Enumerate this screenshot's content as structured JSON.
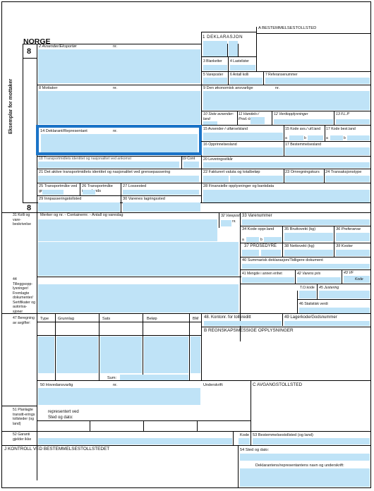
{
  "header": {
    "country": "NORGE",
    "copy_number": "8",
    "copy_number_bottom": "8",
    "office_label": "A BESTEMMELSESTOLLSTED",
    "declaration_label": "1 DEKLARASJON",
    "side_label": "Eksemplar for mottaker"
  },
  "boxes": {
    "b2": "2 Avsender/Eksportør",
    "nr": "nr.",
    "b3": "3 Blanketter",
    "b4": "4 Lastelister",
    "b5": "5 Vareposter",
    "b6": "6 Antall kolli",
    "b7": "7 Referansenummer",
    "b8": "8 Mottaker",
    "b9": "9 Den økonomisk ansvarlige",
    "b10": "10 Siste avsender-land",
    "b11": "11 Handels-/ Prod.-land",
    "b12": "12 Verdiopplysninger",
    "b13": "13 F.L.P",
    "b14": "14 Deklarant/Representant",
    "b15": "15 Avsender-/ utførselsland",
    "b15a": "15 Kode avs./ utf.land",
    "b17a": "17 Kode best.land",
    "b16": "16 Opprinnelsesland",
    "b17": "17 Bestemmelsesland",
    "b18": "18 Transportmidlets identitet og nasjonalitet ved ankomst",
    "b19": "19 Cont",
    "b20": "20 Leveringsvilkår",
    "b21": "21 Det aktive transportmidlets identitet og nasjonalitet ved grensepassering",
    "b22": "22 Fakturert valuta og totalbeløp",
    "b23": "23 Omregningskurs",
    "b24": "24 Transaksjonstype",
    "b25": "25 Transportmåte ved grensen",
    "b26": "26 Transportmåte innenlands",
    "b27": "27 Lossested",
    "b28": "28 Finansielle opplysninger og bankdata",
    "b29": "29 Innpasseringstollsted",
    "b30": "30 Varenes lagringssted",
    "b31": "31 Kolli og vare-beskrivelse",
    "b31_sub": "Merker og nr. - Containernr. - Antall og vareslag",
    "b32": "32 Varepost",
    "b33": "33 Varenummer",
    "b34": "34 Kode oppr.land",
    "b35": "35 Bruttovekt (kg)",
    "b36": "36 Preferanse",
    "b37": "37 PROSEDYRE",
    "b38": "38 Nettovekt (kg)",
    "b39": "39 Kvoter",
    "b40": "40 Summarisk deklarasjon/Tidligere dokument",
    "b41": "41 Mengde i annen enhet",
    "b42": "42 Varens pris",
    "b43": "43 VF",
    "b43_kode": "Kode",
    "b44": "44 Tilleggsopp-lysninger/ Fremlagte dokumenter/ Sertifikater og autorisa-sjoner",
    "b44_to": "T.O.kode",
    "b45": "45 Justering",
    "b46": "46 Statistisk verdi",
    "b47": "47 Beregning av avgifter:",
    "b47_type": "Type",
    "b47_grunnlag": "Grunnlag",
    "b47_sats": "Sats",
    "b47_belop": "Beløp",
    "b47_bm": "BM",
    "b47_sum": "Sum:",
    "b48": "48. Kontonr. for tollkreditt",
    "b49": "49 Lagerkode/Godsnummer",
    "bB": "B REGNSKAPSMESSIGE OPPLYSNINGER",
    "b50": "50 Hovedansvarlig",
    "b50_sign": "Underskrift:",
    "b50_rep": "representert ved",
    "b50_place": "Sted og dato:",
    "bC": "C AVGANGSTOLLSTED",
    "b51": "51 Planlagte transitt-erings tollsteder (og land)",
    "b52": "52 Garanti gjelder ikke",
    "b52_kode": "Kode",
    "b53": "53 Bestemmelsestollsted (og land)",
    "bJ": "J  KONTROLL VED BESTEMMELSESTOLLSTEDET",
    "b54": "54 Sted og dato:",
    "b54_sign": "Deklarantens/representantens navn og underskrift:",
    "a": "a",
    "b": "b"
  },
  "colors": {
    "field_fill": "#bfe3f7",
    "highlight_border": "#1a73c7"
  }
}
